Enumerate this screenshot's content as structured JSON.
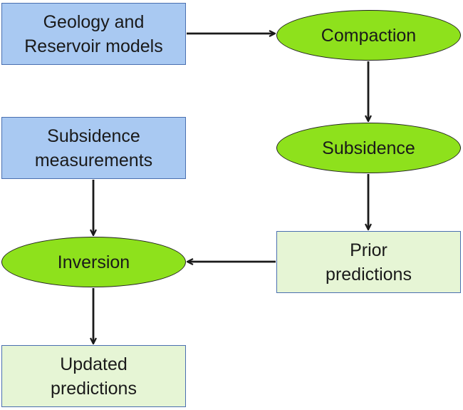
{
  "nodes": {
    "geology_reservoir": {
      "label": "Geology and\nReservoir models",
      "kind": "box-blue"
    },
    "compaction": {
      "label": "Compaction",
      "kind": "oval"
    },
    "subsidence_measurements": {
      "label": "Subsidence\nmeasurements",
      "kind": "box-blue"
    },
    "subsidence": {
      "label": "Subsidence",
      "kind": "oval"
    },
    "inversion": {
      "label": "Inversion",
      "kind": "oval"
    },
    "prior_predictions": {
      "label": "Prior\npredictions",
      "kind": "box-green"
    },
    "updated_predictions": {
      "label": "Updated\npredictions",
      "kind": "box-green"
    }
  },
  "edges": [
    {
      "from": "geology_reservoir",
      "to": "compaction"
    },
    {
      "from": "compaction",
      "to": "subsidence"
    },
    {
      "from": "subsidence",
      "to": "prior_predictions"
    },
    {
      "from": "prior_predictions",
      "to": "inversion"
    },
    {
      "from": "subsidence_measurements",
      "to": "inversion"
    },
    {
      "from": "inversion",
      "to": "updated_predictions"
    }
  ],
  "colors": {
    "input_box_fill": "#a9c9f2",
    "output_box_fill": "#e6f5d5",
    "process_oval_fill": "#8ee11c",
    "box_border": "#4a6fb0",
    "arrow": "#1a1a1a"
  }
}
